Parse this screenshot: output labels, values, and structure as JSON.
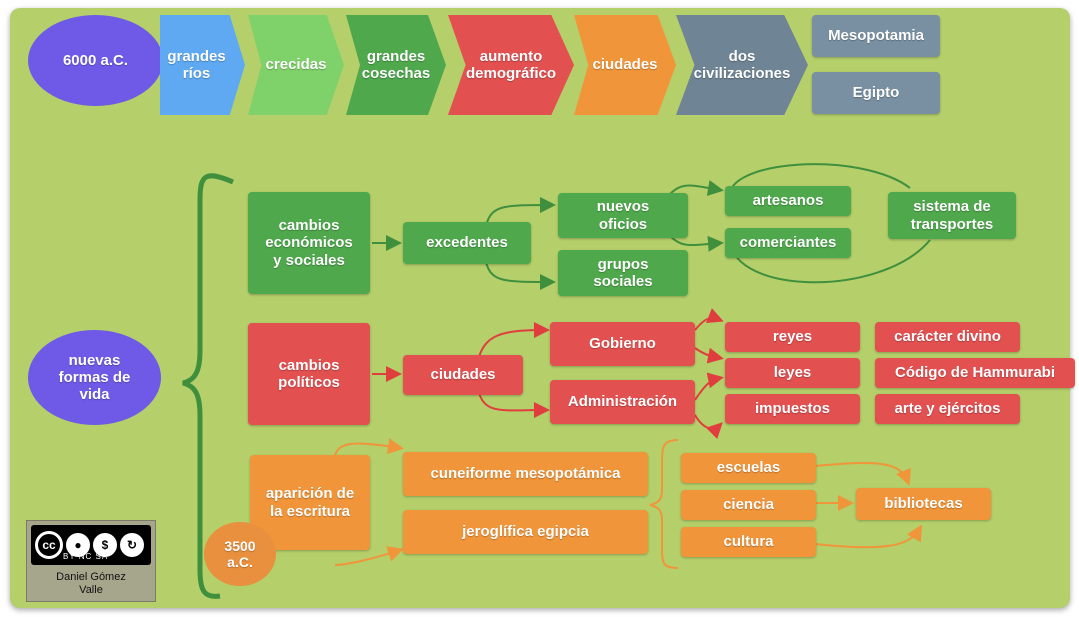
{
  "colors": {
    "background": "#b5cf6b",
    "purple": "#6e5ae6",
    "blue": "#5ea9f2",
    "light_green": "#7fd16a",
    "green": "#4fa84c",
    "red": "#e25050",
    "orange": "#f0953a",
    "slate": "#6f8494",
    "slate_box": "#7890a2"
  },
  "timeline": {
    "start": "6000 a.C.",
    "steps": [
      "grandes\nríos",
      "crecidas",
      "grandes\ncosechas",
      "aumento\ndemográfico",
      "ciudades",
      "dos\ncivilizaciones"
    ],
    "outcomes": [
      "Mesopotamia",
      "Egipto"
    ]
  },
  "root": "nuevas\nformas de\nvida",
  "economic": {
    "title": "cambios\neconómicos\ny sociales",
    "surplus": "excedentes",
    "new_trades": "nuevos\noficios",
    "social_groups": "grupos\nsociales",
    "artisans": "artesanos",
    "merchants": "comerciantes",
    "transport": "sistema de\ntransportes"
  },
  "political": {
    "title": "cambios\npolíticos",
    "cities": "ciudades",
    "government": "Gobierno",
    "administration": "Administración",
    "kings": "reyes",
    "laws": "leyes",
    "taxes": "impuestos",
    "divine": "carácter divino",
    "code": "Código de Hammurabi",
    "art_army": "arte y ejércitos"
  },
  "writing": {
    "title": "aparición de\nla escritura",
    "date": "3500\na.C.",
    "cuneiform": "cuneiforme mesopotámica",
    "hieroglyphic": "jeroglífica egipcia",
    "schools": "escuelas",
    "science": "ciencia",
    "culture": "cultura",
    "libraries": "bibliotecas"
  },
  "license": {
    "badge": "cc",
    "terms": "BY  NC  SA",
    "author": "Daniel Gómez\nValle"
  }
}
